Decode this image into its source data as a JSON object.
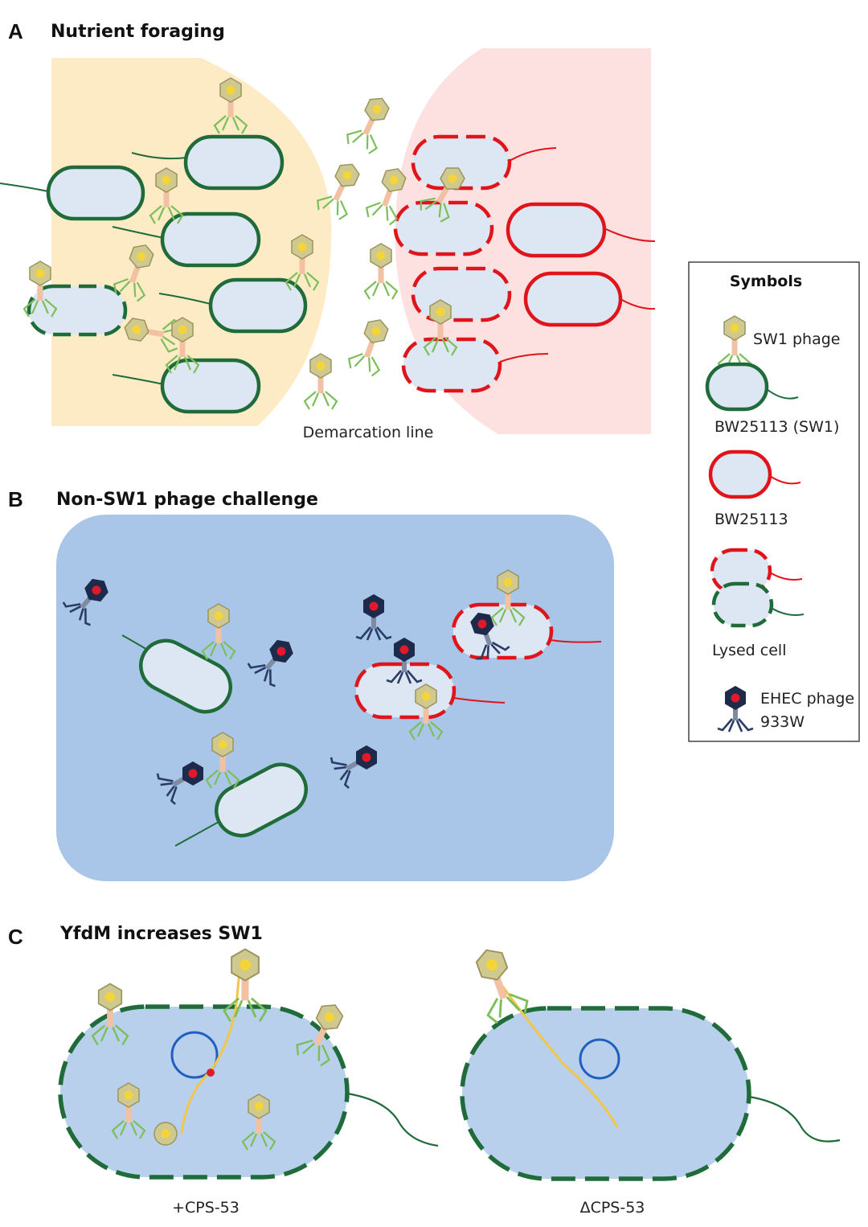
{
  "panels": {
    "a": {
      "letter": "A",
      "title": "Nutrient foraging",
      "demarcation": "Demarcation line"
    },
    "b": {
      "letter": "B",
      "title": "Non-SW1 phage challenge"
    },
    "c": {
      "letter": "C",
      "title": "YfdM increases SW1",
      "left_label": "+CPS-53",
      "right_label": "ΔCPS-53"
    }
  },
  "legend": {
    "title": "Symbols",
    "items": [
      {
        "label": "SW1 phage"
      },
      {
        "label": "BW25113 (SW1)"
      },
      {
        "label": "BW25113"
      },
      {
        "label": "Lysed cell"
      },
      {
        "label": "EHEC phage",
        "label2": "933W"
      }
    ]
  },
  "colors": {
    "sw1_cell": "#1f6b3a",
    "plain_cell": "#e0141b",
    "cell_fill": "#dde7f3",
    "sw1_zone": "#fdebc6",
    "plain_zone": "#fde0e0",
    "challenge_bg": "#a9c6e8",
    "sw1_phage_head": "#cfc98f",
    "sw1_phage_core": "#f3d43a",
    "sw1_phage_tail": "#f2c0a3",
    "sw1_phage_fibers": "#7cbf5a",
    "ehec_phage_head": "#1e2a4a",
    "ehec_phage_core": "#e01a2a",
    "ehec_phage_legs": "#2b3d66",
    "dna": "#f2c64a",
    "plasmid": "#1f5fbf"
  }
}
